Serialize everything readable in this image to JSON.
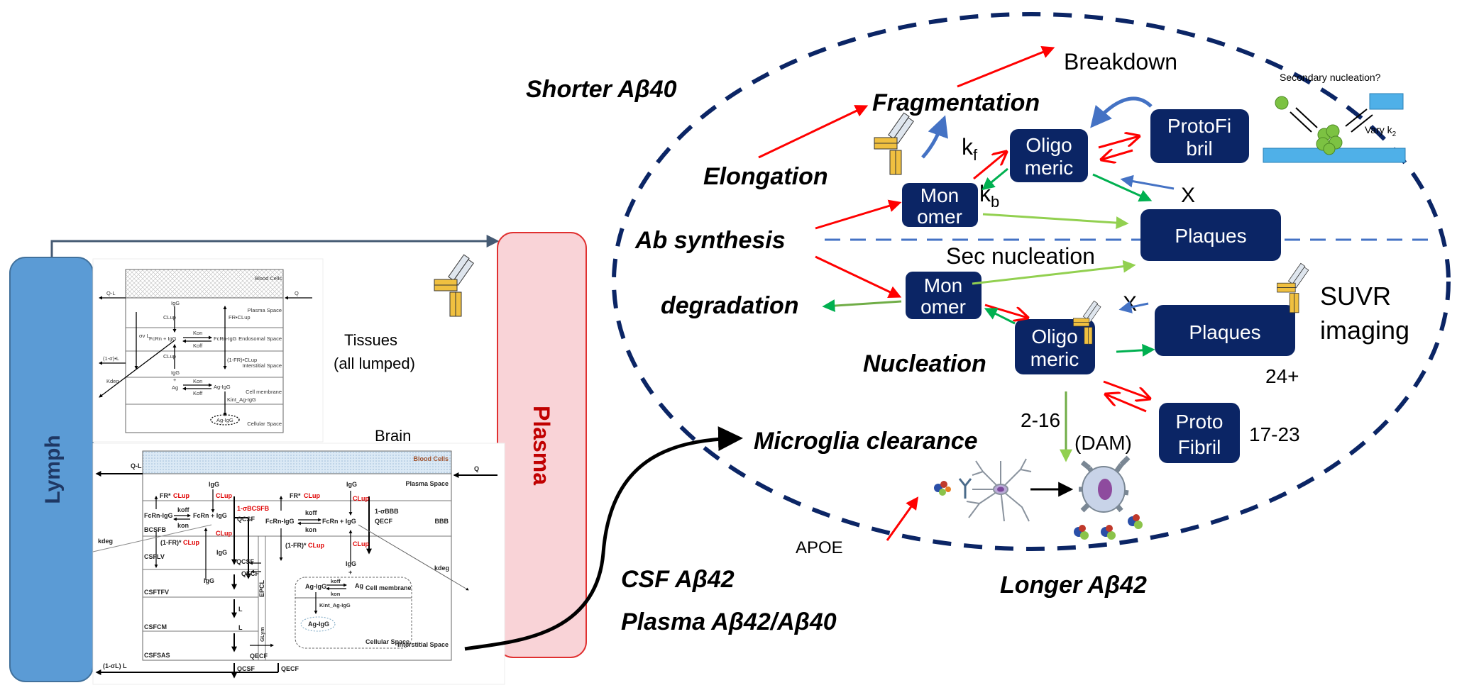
{
  "compartments": {
    "lymph": "Lymph",
    "plasma": "Plasma"
  },
  "colors": {
    "lymph": "#5b9bd5",
    "plasma_fill": "#f9d3d7",
    "plasma_border": "#e03030",
    "plasma_text": "#c00000",
    "box": "#0b2565",
    "ellipse": "#0b2565",
    "divider": "#4472c4",
    "red_arrow": "#ff0000",
    "green_arrow": "#00b050",
    "light_green_arrow": "#92d050",
    "blue_arrow": "#4472c4"
  },
  "tissues": {
    "label_line1": "Tissues",
    "label_line2": "(all lumped)",
    "rows": [
      "Blood Cells",
      "Plasma Space",
      "Endosomal Space",
      "Interstitial Space",
      "Cell membrane",
      "Cellular Space"
    ],
    "labels": [
      "Q-L",
      "Q",
      "IgG",
      "CLup",
      "FR•CLup",
      "σv L",
      "FcRn + IgG",
      "Kon",
      "Koff",
      "FcRn-IgG",
      "CLup",
      "(1-FR)•CLup",
      "(1-σ)•L",
      "IgG",
      "Kdeg",
      "+",
      "Ag",
      "Kon",
      "Koff",
      "Ag-IgG",
      "Kint_Ag-IgG",
      "Ag-IgG"
    ]
  },
  "brain": {
    "title": "Brain",
    "rows": [
      "Blood Cells",
      "Plasma Space",
      "BBB",
      "Interstitial Space"
    ],
    "labels": [
      "Q-L",
      "Q",
      "(1-σL) L",
      "kdeg",
      "kdeg",
      "FR* ",
      "CLup",
      "IgG",
      "CLup",
      "1-σBCSFB",
      "FcRn-IgG",
      "koff",
      "kon",
      "FcRn + IgG",
      "BCSFB",
      "QCSF",
      "CLup",
      "(1-FR)*",
      "CLup",
      "IgG",
      "CSFLV",
      "QCSF",
      "QECF",
      "IgG",
      "CSFTFV",
      "L",
      "CSFCM",
      "L",
      "CSFSAS",
      "QECF",
      "EPCL",
      "GLym",
      "QCSF",
      "QECF",
      "FR* ",
      "CLup",
      "IgG",
      "CLup",
      "1-σBBB",
      "QECF",
      "FcRn-IgG",
      "koff",
      "kon",
      "FcRn + IgG",
      "(1-FR)*",
      "CLup",
      "CLup",
      "IgG",
      "+",
      "Ag-IgG",
      "koff",
      "kon",
      "Ag",
      "Cell membrane",
      "Kint_Ag-IgG",
      "Ag-IgG",
      "Cellular Space"
    ]
  },
  "processes": {
    "shorter": "Shorter Aβ40",
    "longer": "Longer Aβ42",
    "fragmentation": "Fragmentation",
    "breakdown": "Breakdown",
    "elongation": "Elongation",
    "synthesis": "Ab synthesis",
    "degradation": "degradation",
    "nucleation": "Nucleation",
    "sec_nucleation": "Sec nucleation",
    "microglia": "Microglia clearance",
    "csf": "CSF Aβ42",
    "plasma_ratio": "Plasma Aβ42/Aβ40",
    "apoe": "APOE",
    "dam": "(DAM)",
    "kf": {
      "k": "k",
      "sub": "f"
    },
    "kb": {
      "k": "k",
      "sub": "b"
    },
    "x_mark": "X",
    "suvr1": "SUVR",
    "suvr2": "imaging",
    "size_plaques": "24+",
    "size_oligo": "2-16",
    "size_protofibril": "17-23"
  },
  "boxes": {
    "oligomeric": [
      "Oligo",
      "meric"
    ],
    "monomer": [
      "Mon",
      "omer"
    ],
    "protofibril_top": [
      "ProtoFi",
      "bril"
    ],
    "plaques": "Plaques",
    "protofibril_bottom": [
      "Proto",
      "Fibril"
    ]
  },
  "inset": {
    "title": "Secondary nucleation?",
    "vary": "Vary k",
    "vary_sub": "2"
  }
}
